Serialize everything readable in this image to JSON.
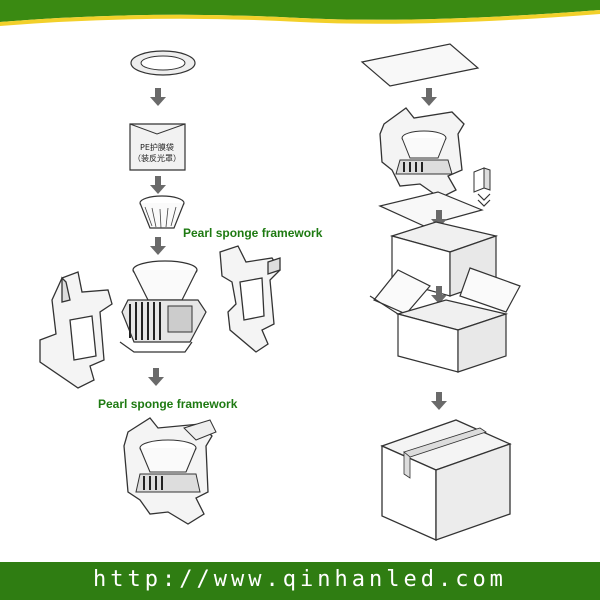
{
  "labels": {
    "framework_top": "Pearl sponge framework",
    "framework_bottom": "Pearl sponge framework",
    "bag_line1": "PE护膜袋",
    "bag_line2": "（装反光罩）"
  },
  "footer": {
    "url": "http://www.qinhanled.com"
  },
  "colors": {
    "brand_green": "#2f7d12",
    "label_green": "#1e7a12",
    "arrow": "#6a6a6a"
  }
}
